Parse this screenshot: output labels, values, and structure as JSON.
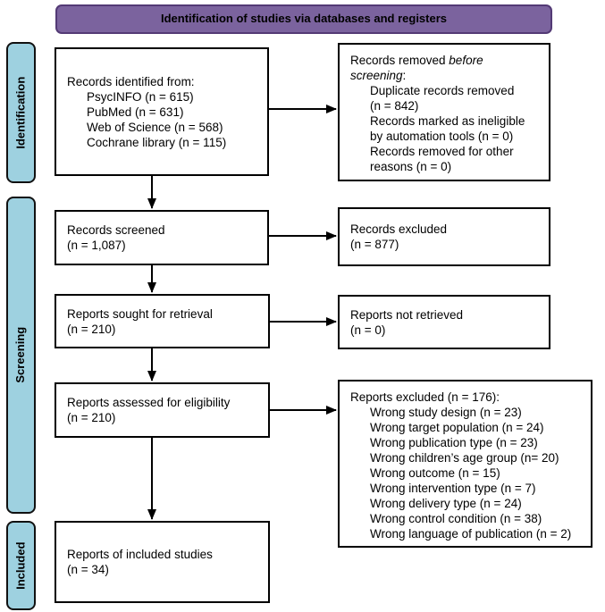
{
  "header": {
    "title": "Identification of studies via databases and registers"
  },
  "sidebar": {
    "identification": "Identification",
    "screening": "Screening",
    "included": "Included"
  },
  "flow": {
    "identified": {
      "title": "Records identified from:",
      "items": [
        "PsycINFO (n = 615)",
        "PubMed (n = 631)",
        "Web of Science (n = 568)",
        "Cochrane library (n = 115)"
      ]
    },
    "removed": {
      "line1": {
        "normal": "Records removed ",
        "italic": "before"
      },
      "line2": {
        "italic": "screening",
        "normal": ":"
      },
      "items_lines": [
        [
          "Duplicate records removed",
          "(n = 842)"
        ],
        [
          "Records marked as ineligible",
          "by automation tools (n = 0)"
        ],
        [
          "Records removed for other",
          "reasons (n = 0)"
        ]
      ]
    },
    "screened": {
      "line1": "Records screened",
      "line2": "(n = 1,087)"
    },
    "excluded": {
      "line1": "Records excluded",
      "line2": "(n = 877)"
    },
    "sought": {
      "line1": "Reports sought for retrieval",
      "line2": "(n = 210)"
    },
    "not_retrieved": {
      "line1": "Reports not retrieved",
      "line2": "(n = 0)"
    },
    "assessed": {
      "line1": "Reports assessed for eligibility",
      "line2": "(n = 210)"
    },
    "reports_excluded": {
      "title": "Reports excluded (n = 176):",
      "items": [
        "Wrong study design (n = 23)",
        "Wrong target population (n = 24)",
        "Wrong publication type (n = 23)",
        "Wrong children’s age group (n= 20)",
        "Wrong outcome (n = 15)",
        "Wrong intervention type (n = 7)",
        "Wrong delivery type (n = 24)",
        "Wrong control condition (n = 38)",
        "Wrong language of publication (n = 2)"
      ]
    },
    "included_studies": {
      "line1": "Reports of included studies",
      "line2": "(n = 34)"
    }
  },
  "colors": {
    "header_fill": "#7b639e",
    "header_border": "#533a75",
    "stage_fill": "#9ed1e0",
    "box_border": "#000000",
    "arrow": "#000000"
  }
}
